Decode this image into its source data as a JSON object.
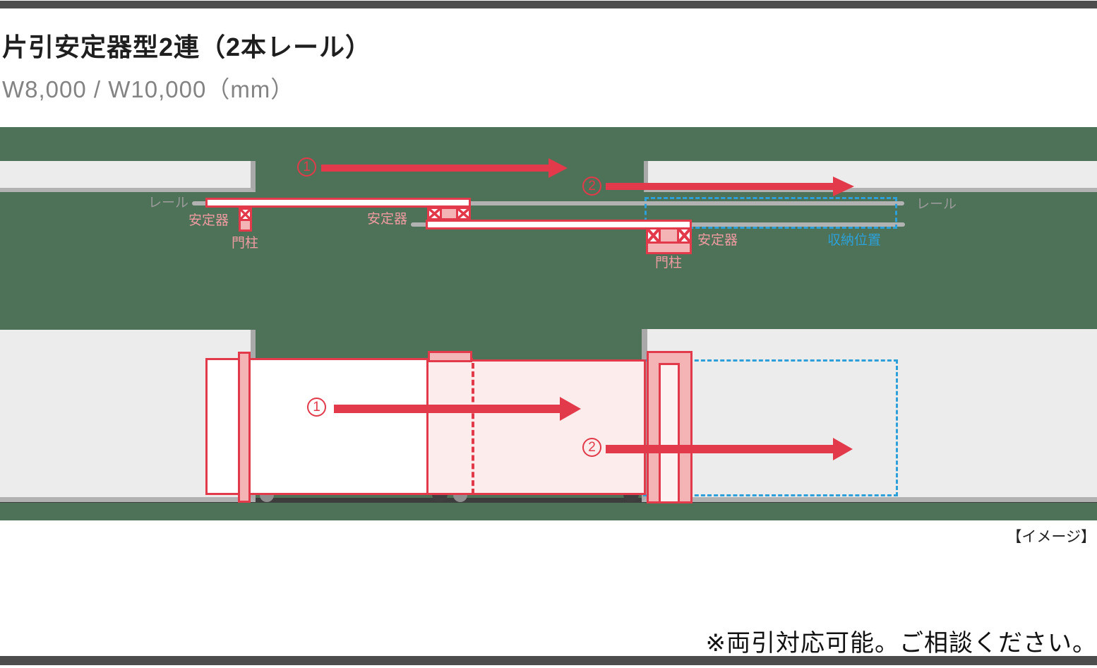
{
  "header": {
    "title": "片引安定器型2連（2本レール）",
    "subtitle": "W8,000 / W10,000（mm）"
  },
  "diagram": {
    "labels": {
      "rail": "レール",
      "stabilizer": "安定器",
      "gate_post": "門柱",
      "storage_position": "収納位置"
    },
    "steps": {
      "step1": "1",
      "step2": "2"
    }
  },
  "footer": {
    "caption": "【イメージ】",
    "note": "※両引対応可能。ご相談ください。"
  },
  "colors": {
    "accent_red": "#e23a4a",
    "component_salmon": "#f4b3b5",
    "panel_pink": "#fcecec",
    "label_pink": "#ef9ba1",
    "storage_blue": "#2da0d9",
    "rail_gray": "#b2b2b2",
    "wall_gray": "#ececec",
    "ground_dark": "#3d3d3d",
    "background_green": "#4d7257",
    "bar_gray": "#4d4d4d"
  }
}
